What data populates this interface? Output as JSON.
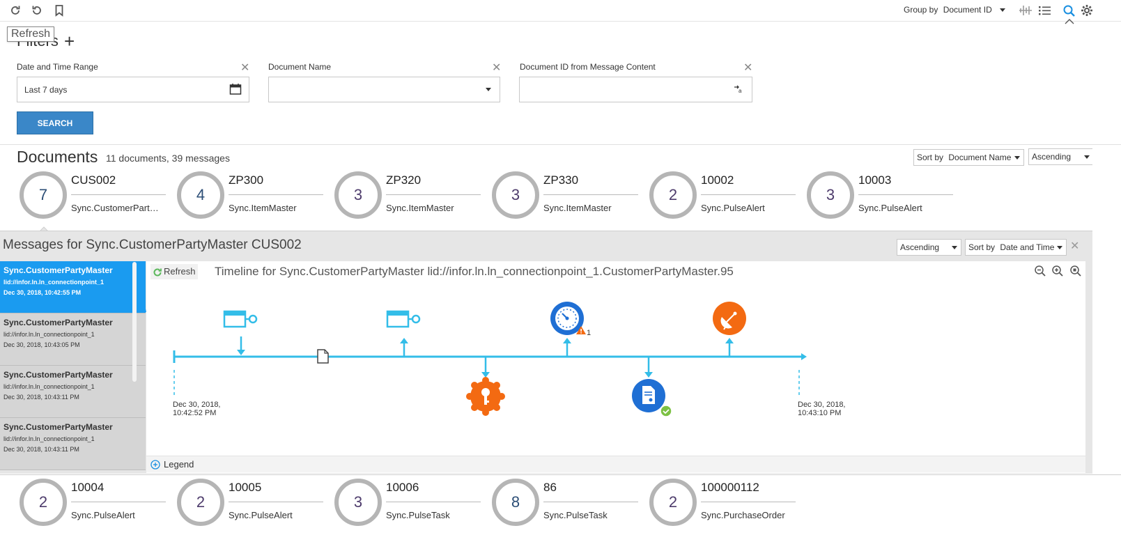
{
  "toolbar": {
    "refresh_icon": "refresh-icon",
    "undo_icon": "undo-icon",
    "bookmark_icon": "bookmark-icon",
    "group_by_label": "Group by",
    "group_by_value": "Document ID",
    "tooltip": "Refresh"
  },
  "filters": {
    "title": "Filters",
    "date_range": {
      "label": "Date and Time Range",
      "value": "Last 7 days"
    },
    "document_name": {
      "label": "Document Name",
      "value": ""
    },
    "document_id": {
      "label": "Document ID from Message Content",
      "value": ""
    },
    "search_label": "SEARCH"
  },
  "documents": {
    "title": "Documents",
    "summary": "11 documents, 39 messages",
    "sort_label": "Sort by",
    "sort_value": "Document Name",
    "order_value": "Ascending",
    "cards_top": [
      {
        "count": "7",
        "id": "CUS002",
        "type": "Sync.CustomerPart…"
      },
      {
        "count": "4",
        "id": "ZP300",
        "type": "Sync.ItemMaster"
      },
      {
        "count": "3",
        "id": "ZP320",
        "type": "Sync.ItemMaster"
      },
      {
        "count": "3",
        "id": "ZP330",
        "type": "Sync.ItemMaster"
      },
      {
        "count": "2",
        "id": "10002",
        "type": "Sync.PulseAlert"
      },
      {
        "count": "3",
        "id": "10003",
        "type": "Sync.PulseAlert"
      }
    ],
    "cards_bottom": [
      {
        "count": "2",
        "id": "10004",
        "type": "Sync.PulseAlert"
      },
      {
        "count": "2",
        "id": "10005",
        "type": "Sync.PulseAlert"
      },
      {
        "count": "3",
        "id": "10006",
        "type": "Sync.PulseTask"
      },
      {
        "count": "8",
        "id": "86",
        "type": "Sync.PulseTask"
      },
      {
        "count": "2",
        "id": "100000112",
        "type": "Sync.PurchaseOrder"
      }
    ]
  },
  "messages": {
    "title": "Messages for Sync.CustomerPartyMaster CUS002",
    "order_value": "Ascending",
    "sort_label": "Sort by",
    "sort_value": "Date and Time",
    "items": [
      {
        "title": "Sync.CustomerPartyMaster",
        "source": "lid://infor.ln.ln_connectionpoint_1",
        "date": "Dec 30, 2018, 10:42:55 PM"
      },
      {
        "title": "Sync.CustomerPartyMaster",
        "source": "lid://infor.ln.ln_connectionpoint_1",
        "date": "Dec 30, 2018, 10:43:05 PM"
      },
      {
        "title": "Sync.CustomerPartyMaster",
        "source": "lid://infor.ln.ln_connectionpoint_1",
        "date": "Dec 30, 2018, 10:43:11 PM"
      },
      {
        "title": "Sync.CustomerPartyMaster",
        "source": "lid://infor.ln.ln_connectionpoint_1",
        "date": "Dec 30, 2018, 10:43:11 PM"
      }
    ]
  },
  "timeline": {
    "refresh_label": "Refresh",
    "title": "Timeline for Sync.CustomerPartyMaster lid://infor.ln.ln_connectionpoint_1.CustomerPartyMaster.95",
    "start_date_line1": "Dec 30, 2018,",
    "start_date_line2": "10:42:52 PM",
    "end_date_line1": "Dec 30, 2018,",
    "end_date_line2": "10:43:10 PM",
    "warning_count": "1",
    "legend_label": "Legend",
    "accent_color": "#33bde8",
    "orange_color": "#f36a12",
    "blue_color": "#1f6fd4"
  }
}
